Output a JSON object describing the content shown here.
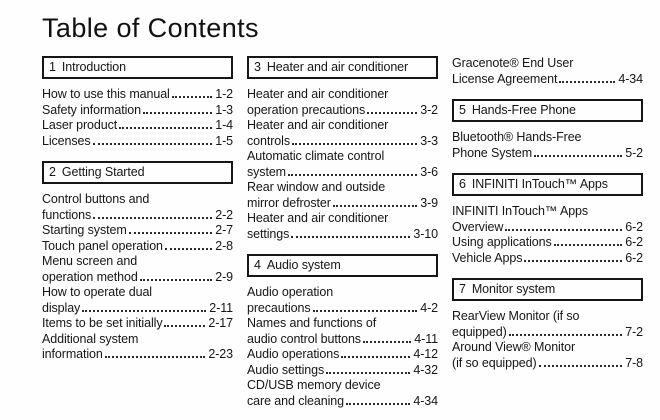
{
  "page": {
    "title": "Table of Contents"
  },
  "colors": {
    "text": "#161616",
    "border": "#161616",
    "background": "#fefefe"
  },
  "columns": [
    {
      "blocks": [
        {
          "kind": "section",
          "number": "1",
          "label": "Introduction"
        },
        {
          "kind": "entry",
          "lines": [
            "How to use this manual"
          ],
          "page": "1-2"
        },
        {
          "kind": "entry",
          "lines": [
            "Safety information"
          ],
          "page": "1-3"
        },
        {
          "kind": "entry",
          "lines": [
            "Laser product"
          ],
          "page": "1-4"
        },
        {
          "kind": "entry",
          "lines": [
            "Licenses"
          ],
          "page": "1-5"
        },
        {
          "kind": "section",
          "number": "2",
          "label": "Getting Started"
        },
        {
          "kind": "entry",
          "lines": [
            "Control buttons and",
            "functions"
          ],
          "page": "2-2"
        },
        {
          "kind": "entry",
          "lines": [
            "Starting system"
          ],
          "page": "2-7"
        },
        {
          "kind": "entry",
          "lines": [
            "Touch panel operation"
          ],
          "page": "2-8"
        },
        {
          "kind": "entry",
          "lines": [
            "Menu screen and",
            "operation method"
          ],
          "page": "2-9"
        },
        {
          "kind": "entry",
          "lines": [
            "How to operate dual",
            "display"
          ],
          "page": "2-11"
        },
        {
          "kind": "entry",
          "lines": [
            "Items to be set initially"
          ],
          "page": "2-17"
        },
        {
          "kind": "entry",
          "lines": [
            "Additional system",
            "information"
          ],
          "page": "2-23"
        }
      ]
    },
    {
      "blocks": [
        {
          "kind": "section",
          "number": "3",
          "label": "Heater and air conditioner"
        },
        {
          "kind": "entry",
          "lines": [
            "Heater and air conditioner",
            "operation precautions"
          ],
          "page": "3-2"
        },
        {
          "kind": "entry",
          "lines": [
            "Heater and air conditioner",
            "controls"
          ],
          "page": "3-3"
        },
        {
          "kind": "entry",
          "lines": [
            "Automatic climate control",
            "system"
          ],
          "page": "3-6"
        },
        {
          "kind": "entry",
          "lines": [
            "Rear window and outside",
            "mirror defroster"
          ],
          "page": "3-9"
        },
        {
          "kind": "entry",
          "lines": [
            "Heater and air conditioner",
            "settings"
          ],
          "page": "3-10"
        },
        {
          "kind": "section",
          "number": "4",
          "label": "Audio system"
        },
        {
          "kind": "entry",
          "lines": [
            "Audio operation",
            "precautions"
          ],
          "page": "4-2"
        },
        {
          "kind": "entry",
          "lines": [
            "Names and functions of",
            "audio control buttons"
          ],
          "page": "4-11"
        },
        {
          "kind": "entry",
          "lines": [
            "Audio operations"
          ],
          "page": "4-12"
        },
        {
          "kind": "entry",
          "lines": [
            "Audio settings"
          ],
          "page": "4-32"
        },
        {
          "kind": "entry",
          "lines": [
            "CD/USB memory device",
            "care and cleaning"
          ],
          "page": "4-34"
        }
      ]
    },
    {
      "blocks": [
        {
          "kind": "entry",
          "lines": [
            "Gracenote® End User",
            "License Agreement"
          ],
          "page": "4-34"
        },
        {
          "kind": "section",
          "number": "5",
          "label": "Hands-Free Phone"
        },
        {
          "kind": "entry",
          "lines": [
            "Bluetooth® Hands-Free",
            "Phone System"
          ],
          "page": "5-2"
        },
        {
          "kind": "section",
          "number": "6",
          "label": "INFINITI InTouch™ Apps"
        },
        {
          "kind": "entry",
          "lines": [
            "INFINITI InTouch™ Apps",
            "Overview"
          ],
          "page": "6-2"
        },
        {
          "kind": "entry",
          "lines": [
            "Using applications"
          ],
          "page": "6-2"
        },
        {
          "kind": "entry",
          "lines": [
            "Vehicle Apps"
          ],
          "page": "6-2"
        },
        {
          "kind": "section",
          "number": "7",
          "label": "Monitor system"
        },
        {
          "kind": "entry",
          "lines": [
            "RearView Monitor (if so",
            "equipped)"
          ],
          "page": "7-2"
        },
        {
          "kind": "entry",
          "lines": [
            "Around View® Monitor",
            "(if so equipped)"
          ],
          "page": "7-8"
        }
      ]
    }
  ]
}
